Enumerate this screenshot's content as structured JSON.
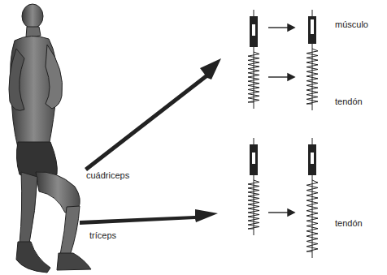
{
  "diagram": {
    "labels": [
      "músculo",
      "tendón",
      "cuádriceps",
      "tríceps",
      "tendón"
    ]
  }
}
